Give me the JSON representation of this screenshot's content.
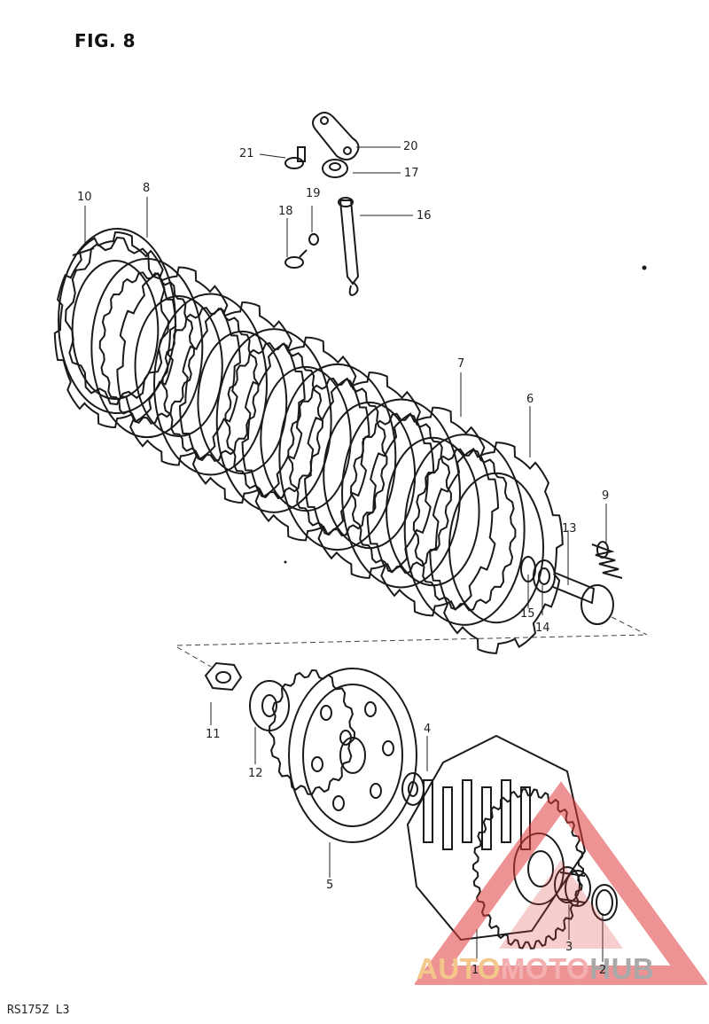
{
  "figure": {
    "title": "FIG. 8",
    "model_code": "RS175Z L3"
  },
  "callouts": {
    "p1": "1",
    "p2": "2",
    "p3": "3",
    "p4": "4",
    "p5": "5",
    "p6": "6",
    "p7": "7",
    "p8": "8",
    "p9": "9",
    "p10": "10",
    "p11": "11",
    "p12": "12",
    "p13": "13",
    "p14": "14",
    "p15": "15",
    "p16": "16",
    "p17": "17",
    "p18": "18",
    "p19": "19",
    "p20": "20",
    "p21": "21"
  },
  "watermark": {
    "part1": "AUTO",
    "part2": "MOTO",
    "part3": "HUB"
  },
  "colors": {
    "ink": "#1a1a1a",
    "wm_red": "#e03a3a",
    "wm_orange": "#f0a040",
    "wm_grey": "#9a9a9a"
  }
}
